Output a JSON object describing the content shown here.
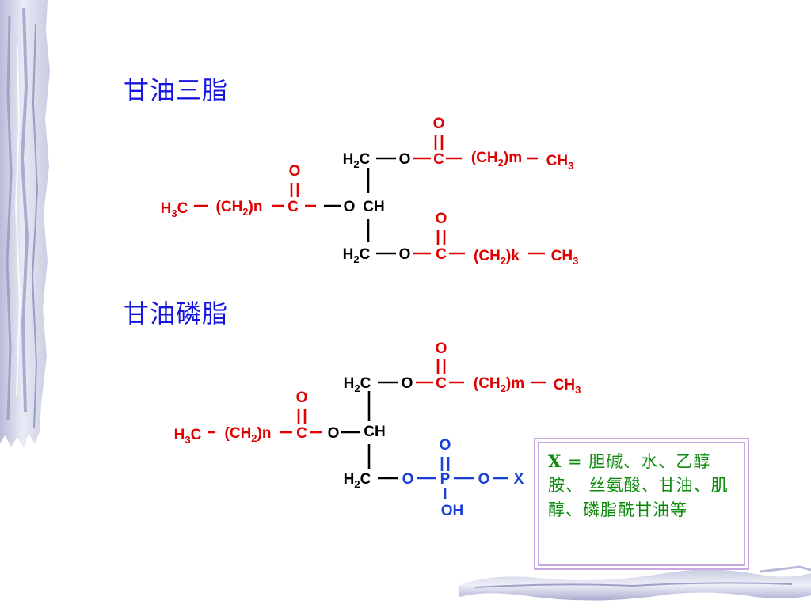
{
  "slide": {
    "titles": {
      "triglyceride": "甘油三脂",
      "phospholipid": "甘油磷脂"
    },
    "colors": {
      "title": "#1515e0",
      "backbone": "#000000",
      "acyl": "#e00000",
      "phosphate": "#1a3fd6",
      "legend_text": "#0b8a0b",
      "legend_border": "#c8a8e0"
    },
    "legend": {
      "symbol": "X",
      "text": " = 胆碱、水、乙醇胺、 丝氨酸、甘油、肌醇、磷脂酰甘油等"
    }
  },
  "structures": [
    {
      "name": "triglyceride",
      "atoms": [
        {
          "id": "c1",
          "label": "H2C",
          "color": "backbone"
        },
        {
          "id": "c2",
          "label": "CH",
          "color": "backbone"
        },
        {
          "id": "c3",
          "label": "H2C",
          "color": "backbone"
        },
        {
          "id": "o1",
          "label": "O",
          "color": "backbone"
        },
        {
          "id": "o2",
          "label": "O",
          "color": "backbone"
        },
        {
          "id": "o3",
          "label": "O",
          "color": "backbone"
        },
        {
          "id": "ca1",
          "label": "C",
          "color": "acyl"
        },
        {
          "id": "oa1",
          "label": "O",
          "color": "acyl"
        },
        {
          "id": "ch2a1",
          "label": "(CH2)m",
          "color": "acyl"
        },
        {
          "id": "ch3a1",
          "label": "CH3",
          "color": "acyl"
        },
        {
          "id": "ca2",
          "label": "C",
          "color": "acyl"
        },
        {
          "id": "oa2",
          "label": "O",
          "color": "acyl"
        },
        {
          "id": "ch2a2",
          "label": "(CH2)n",
          "color": "acyl"
        },
        {
          "id": "ch3a2",
          "label": "H3C",
          "color": "acyl"
        },
        {
          "id": "ca3",
          "label": "C",
          "color": "acyl"
        },
        {
          "id": "oa3",
          "label": "O",
          "color": "acyl"
        },
        {
          "id": "ch2a3",
          "label": "(CH2)k",
          "color": "acyl"
        },
        {
          "id": "ch3a3",
          "label": "CH3",
          "color": "acyl"
        }
      ],
      "bonds": [
        {
          "from": "c1",
          "to": "c2",
          "order": 1,
          "color": "backbone"
        },
        {
          "from": "c2",
          "to": "c3",
          "order": 1,
          "color": "backbone"
        },
        {
          "from": "c1",
          "to": "o1",
          "order": 1,
          "color": "backbone"
        },
        {
          "from": "c2",
          "to": "o2",
          "order": 1,
          "color": "backbone"
        },
        {
          "from": "c3",
          "to": "o3",
          "order": 1,
          "color": "backbone"
        },
        {
          "from": "o1",
          "to": "ca1",
          "order": 1,
          "color": "acyl"
        },
        {
          "from": "ca1",
          "to": "oa1",
          "order": 2,
          "color": "acyl"
        },
        {
          "from": "ca1",
          "to": "ch2a1",
          "order": 1,
          "color": "acyl"
        },
        {
          "from": "ch2a1",
          "to": "ch3a1",
          "order": 1,
          "color": "acyl"
        },
        {
          "from": "o2",
          "to": "ca2",
          "order": 1,
          "color": "acyl"
        },
        {
          "from": "ca2",
          "to": "oa2",
          "order": 2,
          "color": "acyl"
        },
        {
          "from": "ca2",
          "to": "ch2a2",
          "order": 1,
          "color": "acyl"
        },
        {
          "from": "ch2a2",
          "to": "ch3a2",
          "order": 1,
          "color": "acyl"
        },
        {
          "from": "o3",
          "to": "ca3",
          "order": 1,
          "color": "acyl"
        },
        {
          "from": "ca3",
          "to": "oa3",
          "order": 2,
          "color": "acyl"
        },
        {
          "from": "ca3",
          "to": "ch2a3",
          "order": 1,
          "color": "acyl"
        },
        {
          "from": "ch2a3",
          "to": "ch3a3",
          "order": 1,
          "color": "acyl"
        }
      ]
    },
    {
      "name": "phospholipid",
      "atoms": [
        {
          "id": "c1",
          "label": "H2C",
          "color": "backbone"
        },
        {
          "id": "c2",
          "label": "CH",
          "color": "backbone"
        },
        {
          "id": "c3",
          "label": "H2C",
          "color": "backbone"
        },
        {
          "id": "o1",
          "label": "O",
          "color": "backbone"
        },
        {
          "id": "o2",
          "label": "O",
          "color": "backbone"
        },
        {
          "id": "ca1",
          "label": "C",
          "color": "acyl"
        },
        {
          "id": "oa1",
          "label": "O",
          "color": "acyl"
        },
        {
          "id": "ch2a1",
          "label": "(CH2)m",
          "color": "acyl"
        },
        {
          "id": "ch3a1",
          "label": "CH3",
          "color": "acyl"
        },
        {
          "id": "ca2",
          "label": "C",
          "color": "acyl"
        },
        {
          "id": "oa2",
          "label": "O",
          "color": "acyl"
        },
        {
          "id": "ch2a2",
          "label": "(CH2)n",
          "color": "acyl"
        },
        {
          "id": "ch3a2",
          "label": "H3C",
          "color": "acyl"
        },
        {
          "id": "o3",
          "label": "O",
          "color": "phosphate"
        },
        {
          "id": "p",
          "label": "P",
          "color": "phosphate"
        },
        {
          "id": "op1",
          "label": "O",
          "color": "phosphate"
        },
        {
          "id": "op2",
          "label": "O",
          "color": "phosphate"
        },
        {
          "id": "oh",
          "label": "OH",
          "color": "phosphate"
        },
        {
          "id": "x",
          "label": "X",
          "color": "phosphate"
        }
      ],
      "bonds": [
        {
          "from": "c1",
          "to": "c2",
          "order": 1,
          "color": "backbone"
        },
        {
          "from": "c2",
          "to": "c3",
          "order": 1,
          "color": "backbone"
        },
        {
          "from": "c1",
          "to": "o1",
          "order": 1,
          "color": "backbone"
        },
        {
          "from": "c2",
          "to": "o2",
          "order": 1,
          "color": "backbone"
        },
        {
          "from": "c3",
          "to": "o3",
          "order": 1,
          "color": "backbone"
        },
        {
          "from": "o1",
          "to": "ca1",
          "order": 1,
          "color": "acyl"
        },
        {
          "from": "ca1",
          "to": "oa1",
          "order": 2,
          "color": "acyl"
        },
        {
          "from": "ca1",
          "to": "ch2a1",
          "order": 1,
          "color": "acyl"
        },
        {
          "from": "ch2a1",
          "to": "ch3a1",
          "order": 1,
          "color": "acyl"
        },
        {
          "from": "o2",
          "to": "ca2",
          "order": 1,
          "color": "acyl"
        },
        {
          "from": "ca2",
          "to": "oa2",
          "order": 2,
          "color": "acyl"
        },
        {
          "from": "ca2",
          "to": "ch2a2",
          "order": 1,
          "color": "acyl"
        },
        {
          "from": "ch2a2",
          "to": "ch3a2",
          "order": 1,
          "color": "acyl"
        },
        {
          "from": "o3",
          "to": "p",
          "order": 1,
          "color": "phosphate"
        },
        {
          "from": "p",
          "to": "op1",
          "order": 2,
          "color": "phosphate"
        },
        {
          "from": "p",
          "to": "op2",
          "order": 1,
          "color": "phosphate"
        },
        {
          "from": "p",
          "to": "oh",
          "order": 1,
          "color": "phosphate"
        },
        {
          "from": "op2",
          "to": "x",
          "order": 1,
          "color": "phosphate"
        }
      ]
    }
  ]
}
